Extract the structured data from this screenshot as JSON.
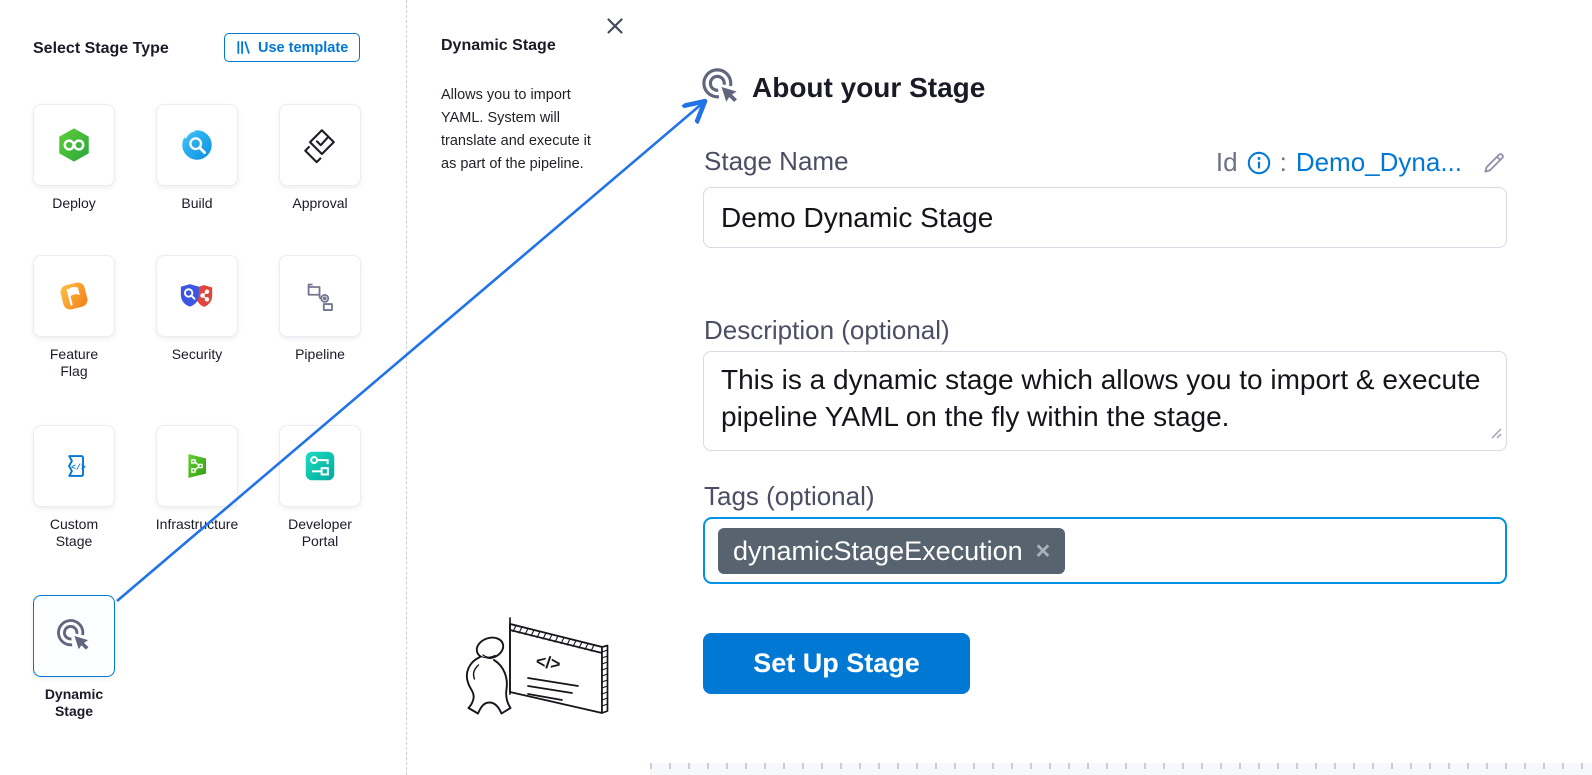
{
  "left_panel": {
    "title": "Select Stage Type",
    "use_template_button": {
      "label": "Use template",
      "icon": "template-library-icon"
    },
    "stages": [
      {
        "label": "Deploy",
        "icon": "deploy-icon"
      },
      {
        "label": "Build",
        "icon": "build-icon"
      },
      {
        "label": "Approval",
        "icon": "approval-icon"
      },
      {
        "label": "Feature Flag",
        "icon": "feature-flag-icon"
      },
      {
        "label": "Security",
        "icon": "security-icon"
      },
      {
        "label": "Pipeline",
        "icon": "pipeline-icon"
      },
      {
        "label": "Custom Stage",
        "icon": "custom-stage-icon"
      },
      {
        "label": "Infrastructure",
        "icon": "infrastructure-icon"
      },
      {
        "label": "Developer Portal",
        "icon": "developer-portal-icon"
      },
      {
        "label": "Dynamic Stage",
        "icon": "dynamic-stage-icon",
        "selected": true
      }
    ]
  },
  "info_panel": {
    "title": "Dynamic Stage",
    "close_icon": "close-icon",
    "description": "Allows you to import YAML. System will translate and execute it as part of the pipeline.",
    "illustration": "presenter-whiteboard-illustration"
  },
  "about_panel": {
    "header_icon": "dynamic-stage-icon",
    "title": "About your Stage",
    "stage_name": {
      "label": "Stage Name",
      "value": "Demo Dynamic Stage"
    },
    "id": {
      "label": "Id",
      "info_icon": "info-icon",
      "colon": ":",
      "value": "Demo_Dyna...",
      "edit_icon": "edit-pencil-icon"
    },
    "description": {
      "label": "Description (optional)",
      "value": "This is a dynamic stage which allows you to import & execute pipeline YAML on the fly within the stage."
    },
    "tags": {
      "label": "Tags (optional)",
      "chips": [
        {
          "text": "dynamicStageExecution",
          "remove_icon": "×"
        }
      ]
    },
    "setup_button": "Set Up Stage"
  },
  "colors": {
    "primary_blue": "#0278d5",
    "focus_border_blue": "#0092e4",
    "arrow_blue": "#2273e8",
    "tag_chip_bg": "#57636f",
    "label_gray": "#4c4e64"
  }
}
